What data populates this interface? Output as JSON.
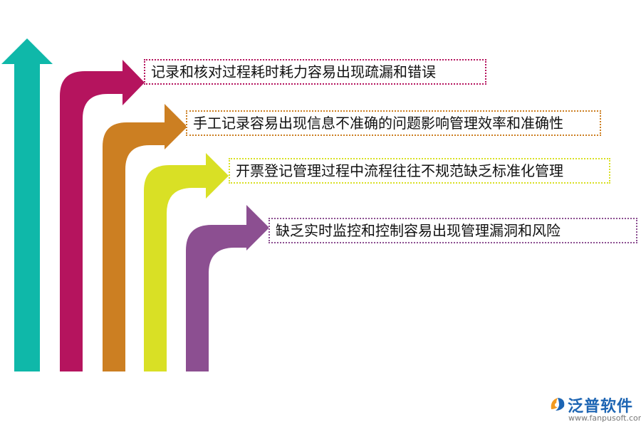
{
  "diagram": {
    "items": [
      {
        "text": "记录和核对过程耗时耗力容易出现疏漏和错误",
        "color": "#b5145e"
      },
      {
        "text": "手工记录容易出现信息不准确的问题影响管理效率和准确性",
        "color": "#cc7f22"
      },
      {
        "text": "开票登记管理过程中流程往往不规范缺乏标准化管理",
        "color": "#d9e025"
      },
      {
        "text": "缺乏实时监控和控制容易出现管理漏洞和风险",
        "color": "#8c4f91"
      }
    ],
    "up_arrow_color": "#0fb8a9"
  },
  "logo": {
    "name": "泛普软件",
    "url": "www.fanpusoft.com",
    "icon": "fanpu-logo-icon"
  }
}
